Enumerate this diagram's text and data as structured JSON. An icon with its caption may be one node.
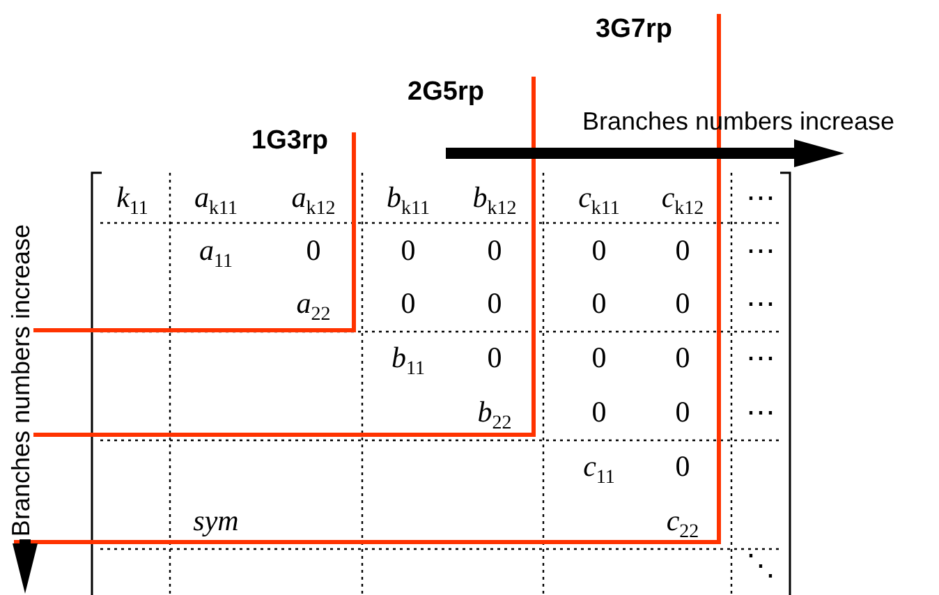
{
  "diagram": {
    "labels": [
      "3G7rp",
      "2G5rp",
      "Branches numbers increase",
      "1G3rp",
      "k$_{11}$",
      "a$_{k11}$",
      "a$_{k12}$",
      "b$_{k11}$",
      "b$_{k12}$",
      "c$_{k11}$",
      "c$_{k12}$",
      "⋯",
      "a$_{11}$",
      "0",
      "0",
      "0",
      "0",
      "0",
      "⋯",
      "a$_{22}$",
      "0",
      "0",
      "0",
      "0",
      "⋯",
      "b$_{11}$",
      "0",
      "0",
      "0",
      "⋯",
      "b$_{22}$",
      "0",
      "0",
      "⋯",
      "c$_{11}$",
      "0",
      "sym",
      "c$_{22}$",
      "⋱",
      "Branches numbers increase"
    ]
  }
}
